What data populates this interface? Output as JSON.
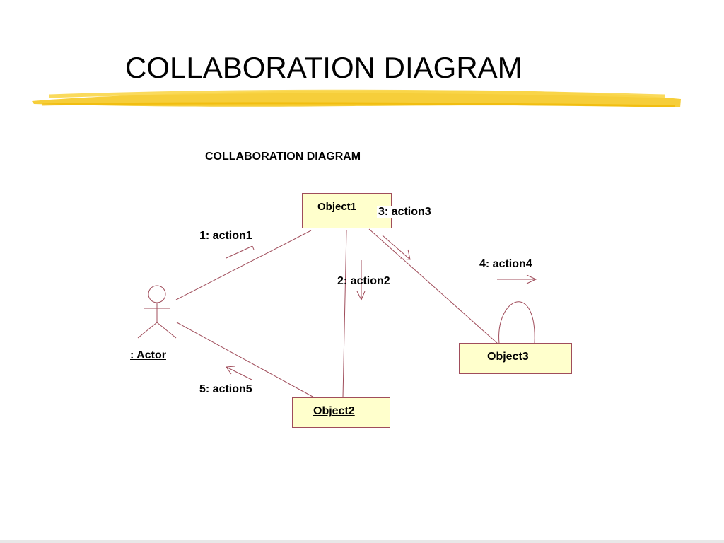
{
  "slide": {
    "title": "COLLABORATION DIAGRAM"
  },
  "diagram": {
    "heading": "COLLABORATION DIAGRAM",
    "actor": {
      "label": ": Actor"
    },
    "objects": {
      "object1": "Object1",
      "object2": "Object2",
      "object3": "Object3"
    },
    "messages": {
      "m1": "1: action1",
      "m2": "2: action2",
      "m3": "3: action3",
      "m4": "4: action4",
      "m5": "5: action5"
    }
  },
  "colors": {
    "line": "#a04d5b",
    "box_fill": "#ffffcc",
    "highlight": "#f5c518"
  }
}
